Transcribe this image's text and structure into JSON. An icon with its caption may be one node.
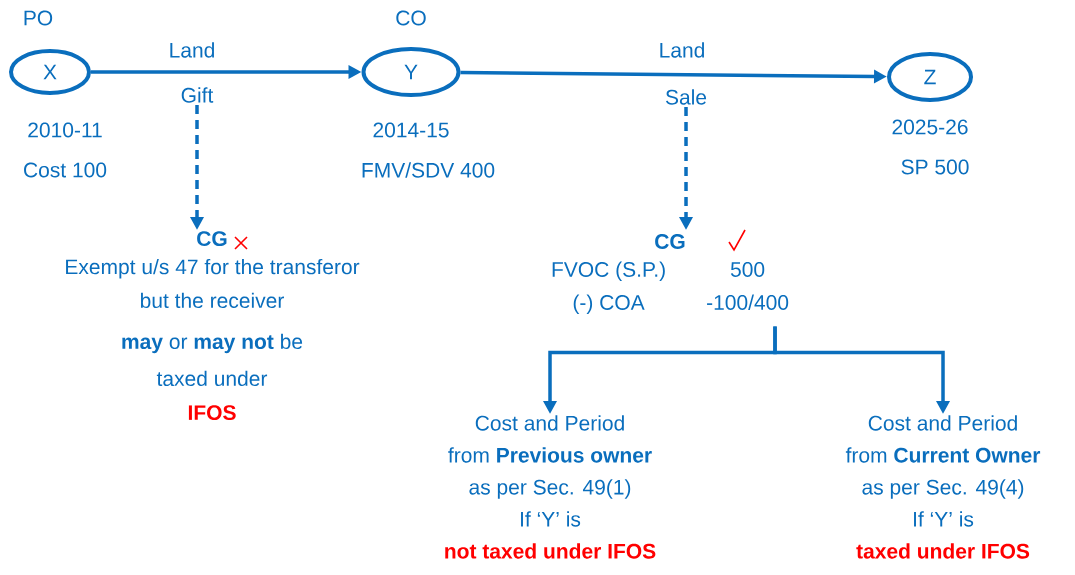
{
  "diagram": {
    "nodes": [
      {
        "text": [
          "X"
        ],
        "beside": [
          "PO",
          "2010-11",
          "Cost 100"
        ]
      },
      {
        "text": [
          "Y"
        ],
        "beside": [
          "CO",
          "2014-15",
          "FMV/SDV 400"
        ]
      },
      {
        "text": [
          "Z"
        ],
        "beside": [
          "2025-26",
          "SP 500"
        ]
      },
      {
        "text": [
          "Gift"
        ]
      },
      {
        "text": [
          "CG",
          "Exempt u/s 47 for the transferor",
          "but the receiver",
          "**may** or **may not** be",
          "taxed under",
          "IFOS"
        ]
      },
      {
        "text": [
          "Sale"
        ]
      },
      {
        "text": [
          "CG",
          "FVOC (S.P.)",
          "500",
          "(-) COA",
          "-100/400"
        ]
      },
      {
        "text": [
          "Cost and Period",
          "from **Previous owner**",
          "as per Sec. 49(1)",
          "If ‘Y’ is",
          "not taxed under IFOS"
        ]
      },
      {
        "text": [
          "Cost and Period",
          "from **Current Owner**",
          "as per Sec. 49(4)",
          "If ‘Y’ is",
          "taxed under IFOS"
        ]
      }
    ],
    "edges": [
      {
        "from": 0,
        "to": 1,
        "arrow": "to",
        "label": "Land"
      },
      {
        "from": 1,
        "to": 2,
        "arrow": "to",
        "label": "Land"
      },
      {
        "from": 3,
        "to": 4,
        "arrow": "to",
        "style": "dashed"
      },
      {
        "from": 5,
        "to": 6,
        "arrow": "to",
        "style": "dashed"
      },
      {
        "from": 6,
        "to": 7,
        "arrow": "to"
      },
      {
        "from": 6,
        "to": 8,
        "arrow": "to"
      }
    ]
  }
}
